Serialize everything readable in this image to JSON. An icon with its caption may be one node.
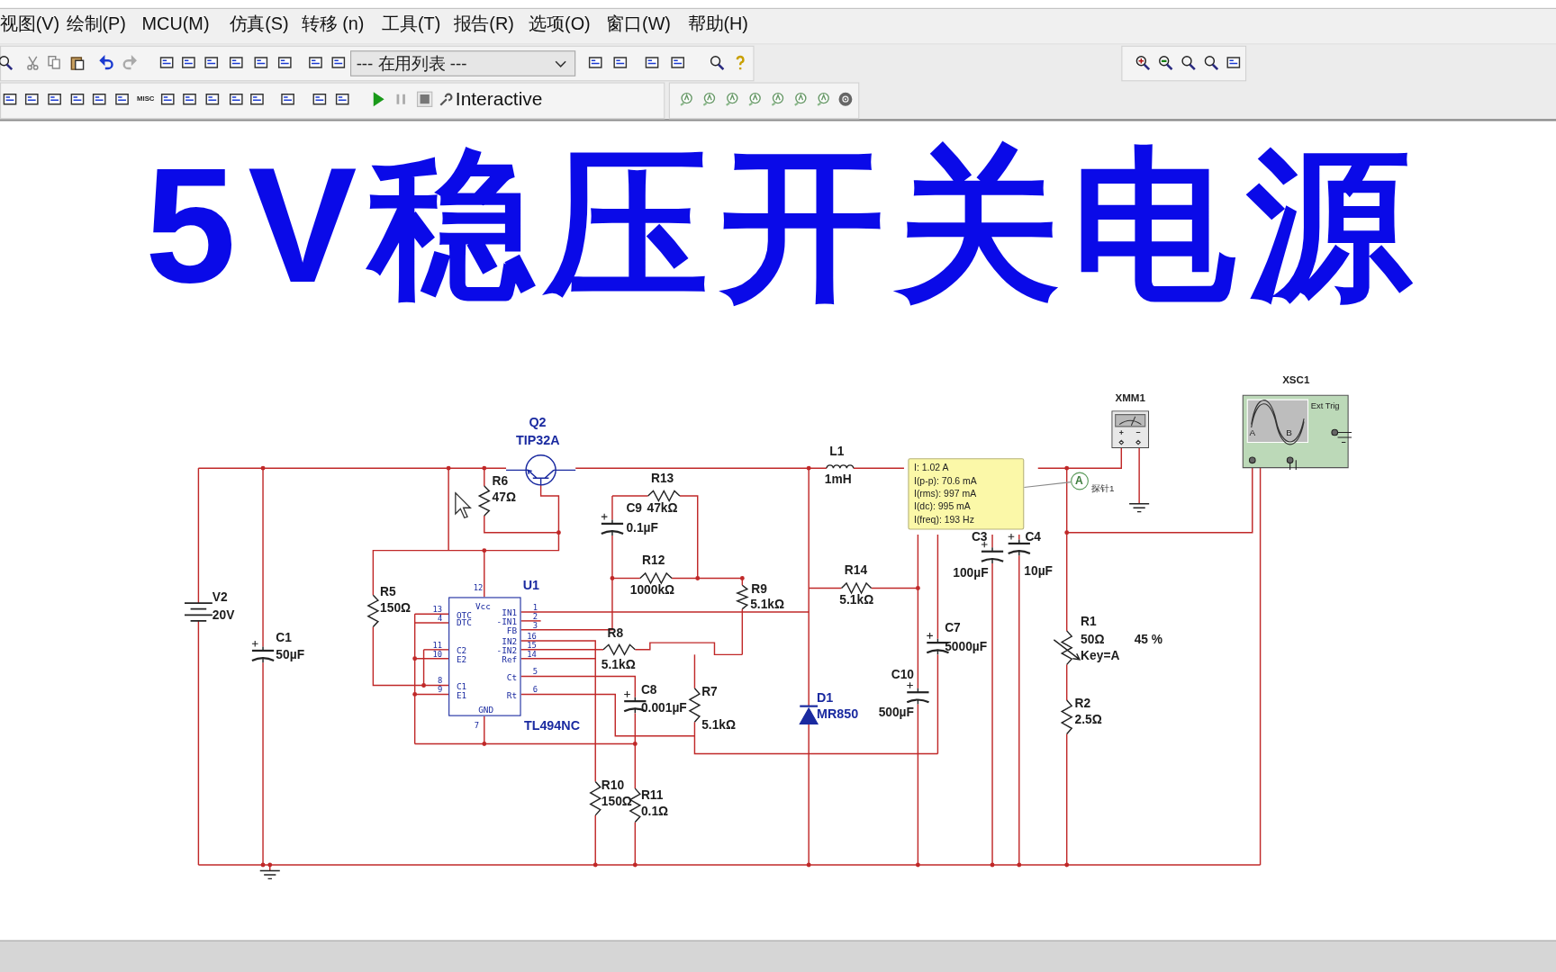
{
  "diagram": {
    "title": "5V稳压开关电源",
    "nodes": [
      {
        "text": [
          "Vcc",
          "OTC",
          "DTC",
          "C2",
          "E2",
          "C1",
          "E1",
          "GND",
          "IN1",
          "-IN1",
          "FB",
          "IN2",
          "-IN2",
          "Ref",
          "Ct",
          "Rt"
        ],
        "beside": [
          "12",
          "13",
          "4",
          "11",
          "10",
          "8",
          "9",
          "1",
          "2",
          "3",
          "16",
          "15",
          "14",
          "5",
          "6",
          "7"
        ]
      },
      {
        "text": [
          "I: 1.02 A",
          "I(p-p): 70.6 mA",
          "I(rms): 997 mA",
          "I(dc): 995 mA",
          "I(freq): 193 Hz"
        ]
      },
      {
        "text": [
          "A"
        ],
        "beside": [
          "探针1"
        ]
      },
      {
        "text": [
          "XMM1"
        ]
      },
      {
        "text": [
          "XSC1",
          "Ext Trig",
          "A",
          "B"
        ]
      }
    ],
    "edges": [
      {
        "from": 1,
        "to": 2,
        "arrow": "none"
      }
    ],
    "labels": [
      "视图(V)",
      "绘制(P)",
      "MCU(M)",
      "仿真(S)",
      "转移 (n)",
      "工具(T)",
      "报告(R)",
      "选项(O)",
      "窗口(W)",
      "帮助(H)",
      "--- 在用列表 ---",
      "MISC",
      "Interactive",
      "Q2",
      "TIP32A",
      "R6",
      "47Ω",
      "R13",
      "C9",
      "47kΩ",
      "0.1µF",
      "R12",
      "1000kΩ",
      "V2",
      "20V",
      "R5",
      "150Ω",
      "U1",
      "R9",
      "5.1kΩ",
      "C1",
      "50µF",
      "R8",
      "5.1kΩ",
      "C8",
      "0.001µF",
      "R7",
      "TL494NC",
      "5.1kΩ",
      "R10",
      "150Ω",
      "R11",
      "0.1Ω",
      "L1",
      "1mH",
      "R14",
      "5.1kΩ",
      "C3",
      "C4",
      "100µF",
      "10µF",
      "C7",
      "5000µF",
      "C10",
      "500µF",
      "D1",
      "MR850",
      "R1",
      "50Ω",
      "Key=A",
      "45 %",
      "R2",
      "2.5Ω"
    ]
  }
}
